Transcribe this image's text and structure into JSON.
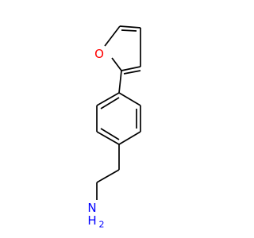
{
  "molecule": {
    "atoms": {
      "oxygen": {
        "label": "O",
        "color": "#ff0000"
      },
      "nitrogen": {
        "label": "N",
        "color": "#0000ff"
      },
      "amine_h": {
        "label": "H",
        "color": "#0000ff"
      },
      "amine_h_count": {
        "label": "2",
        "color": "#0000ff"
      }
    },
    "bond_color": "#000000"
  }
}
